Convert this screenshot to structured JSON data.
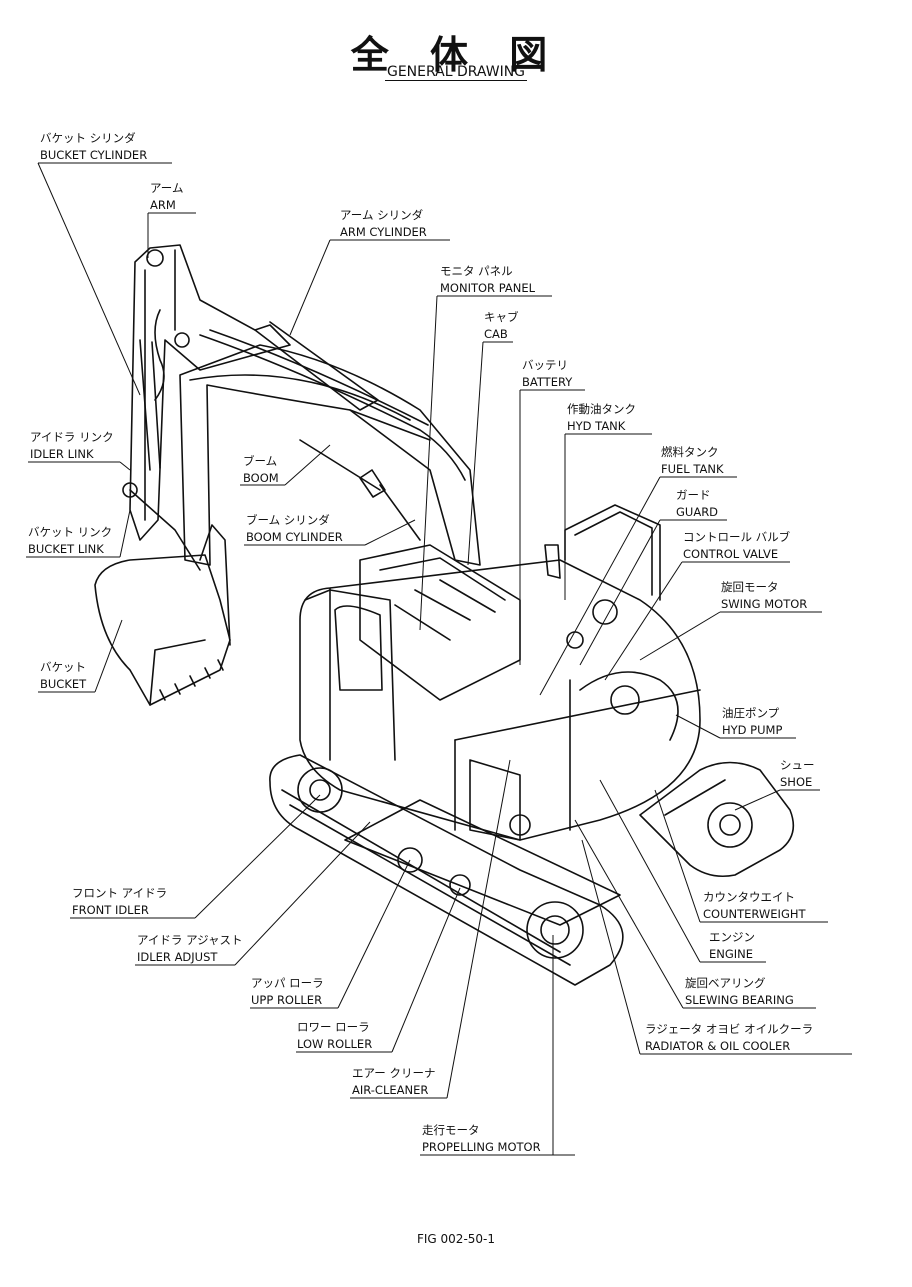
{
  "title": {
    "jp": "全 体 図",
    "en": "GENERAL DRAWING"
  },
  "figure_number": "FIG 002-50-1",
  "labels": [
    {
      "id": "bucket-cylinder",
      "jp": "バケット シリンダ",
      "en": "BUCKET CYLINDER"
    },
    {
      "id": "arm",
      "jp": "アーム",
      "en": "ARM"
    },
    {
      "id": "arm-cylinder",
      "jp": "アーム シリンダ",
      "en": "ARM CYLINDER"
    },
    {
      "id": "monitor-panel",
      "jp": "モニタ パネル",
      "en": "MONITOR PANEL"
    },
    {
      "id": "cab",
      "jp": "キャブ",
      "en": "CAB"
    },
    {
      "id": "battery",
      "jp": "バッテリ",
      "en": "BATTERY"
    },
    {
      "id": "hyd-tank",
      "jp": "作動油タンク",
      "en": "HYD TANK"
    },
    {
      "id": "fuel-tank",
      "jp": "燃料タンク",
      "en": "FUEL TANK"
    },
    {
      "id": "guard",
      "jp": "ガード",
      "en": "GUARD"
    },
    {
      "id": "control-valve",
      "jp": "コントロール バルブ",
      "en": "CONTROL VALVE"
    },
    {
      "id": "swing-motor",
      "jp": "旋回モータ",
      "en": "SWING MOTOR"
    },
    {
      "id": "hyd-pump",
      "jp": "油圧ポンプ",
      "en": "HYD PUMP"
    },
    {
      "id": "shoe",
      "jp": "シュー",
      "en": "SHOE"
    },
    {
      "id": "counterweight",
      "jp": "カウンタウエイト",
      "en": "COUNTERWEIGHT"
    },
    {
      "id": "engine",
      "jp": "エンジン",
      "en": "ENGINE"
    },
    {
      "id": "slewing-bearing",
      "jp": "旋回ベアリング",
      "en": "SLEWING BEARING"
    },
    {
      "id": "radiator",
      "jp": "ラジェータ オヨビ オイルクーラ",
      "en": "RADIATOR & OIL COOLER"
    },
    {
      "id": "propelling-motor",
      "jp": "走行モータ",
      "en": "PROPELLING MOTOR"
    },
    {
      "id": "air-cleaner",
      "jp": "エアー クリーナ",
      "en": "AIR-CLEANER"
    },
    {
      "id": "low-roller",
      "jp": "ロワー ローラ",
      "en": "LOW ROLLER"
    },
    {
      "id": "upp-roller",
      "jp": "アッパ ローラ",
      "en": "UPP ROLLER"
    },
    {
      "id": "idler-adjust",
      "jp": "アイドラ アジャスト",
      "en": "IDLER ADJUST"
    },
    {
      "id": "front-idler",
      "jp": "フロント アイドラ",
      "en": "FRONT IDLER"
    },
    {
      "id": "bucket",
      "jp": "バケット",
      "en": "BUCKET"
    },
    {
      "id": "bucket-link",
      "jp": "バケット リンク",
      "en": "BUCKET LINK"
    },
    {
      "id": "idler-link",
      "jp": "アイドラ リンク",
      "en": "IDLER LINK"
    },
    {
      "id": "boom",
      "jp": "ブーム",
      "en": "BOOM"
    },
    {
      "id": "boom-cylinder",
      "jp": "ブーム シリンダ",
      "en": "BOOM CYLINDER"
    }
  ]
}
